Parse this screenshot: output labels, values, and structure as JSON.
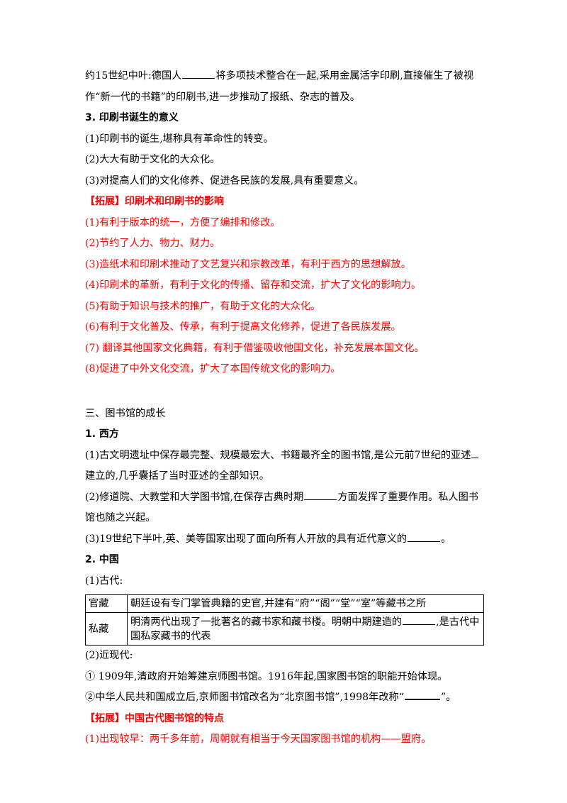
{
  "section2_tail": {
    "line1_a": "约15世纪中叶:德国人",
    "line1_b": "将多项技术整合在一起,采用金属活字印刷,直接催生了被视",
    "line2": "作“新一代的书籍”的印刷书,进一步推动了报纸、杂志的普及。"
  },
  "section3": {
    "heading": "3. 印刷书诞生的意义",
    "items": [
      "(1)印刷书的诞生,堪称具有革命性的转变。",
      "(2)大大有助于文化的大众化。",
      "(3)对提高人们的文化修养、促进各民族的发展,具有重要意义。"
    ]
  },
  "extension1": {
    "heading": "【拓展】印刷术和印刷书的影响",
    "items": [
      "(1)有利于版本的统一，方便了编排和修改。",
      "(2)节约了人力、物力、财力。",
      "(3)造纸术和印刷术推动了文艺复兴和宗教改革，有利于西方的思想解放。",
      "(4)印刷术的革新，有利于文化的传播、留存和交流，扩大了文化的影响力。",
      "(5)有助于知识与技术的推广，有助于文化的大众化。",
      "(6)有利于文化普及、传承，有利于提高文化修养，促进了各民族发展。",
      "(7) 翻译其他国家文化典籍，有利于借鉴吸收他国文化，补充发展本国文化。",
      "(8)促进了中外文化交流，扩大了本国传统文化的影响力。"
    ]
  },
  "part3": {
    "title": "三、图书馆的成长",
    "west": {
      "heading": "1. 西方",
      "item1_a": "(1)古文明遗址中保存最完整、规模最宏大、书籍最齐全的图书馆,是公元前7世纪的亚述",
      "item1_b": "建立的,几乎囊括了当时亚述的全部知识。",
      "item2_a": "(2)修道院、大教堂和大学图书馆,在保存古典时期",
      "item2_b": "方面发挥了重要作用。私人图书",
      "item2_c": "馆也随之兴起。",
      "item3_a": "(3)19世纪下半叶,英、美等国家出现了面向所有人开放的具有近代意义的",
      "item3_b": "。"
    },
    "china": {
      "heading": "2. 中国",
      "ancient_label": "(1)古代:",
      "table": [
        {
          "key": "官藏",
          "value_a": "朝廷设有专门掌管典籍的史官,并建有“府”“阁”“堂”“室”等藏书之所"
        },
        {
          "key": "私藏",
          "value_a": "明清两代出现了一批著名的藏书家和藏书楼。明朝中期建造的",
          "value_b": ",是古代中国私家藏书的代表"
        }
      ],
      "modern_label": "(2)近现代:",
      "modern_1": "① 1909年,清政府开始筹建京师图书馆。1916年起,国家图书馆的职能开始体现。",
      "modern_2_a": "②中华人民共和国成立后,京师图书馆改名为“北京图书馆”,1998年改称“",
      "modern_2_b": "”。"
    }
  },
  "extension2": {
    "heading": "【拓展】中国古代图书馆的特点",
    "item1": "(1)出现较早：两千多年前，周朝就有相当于今天国家图书馆的机构——盟府。"
  }
}
